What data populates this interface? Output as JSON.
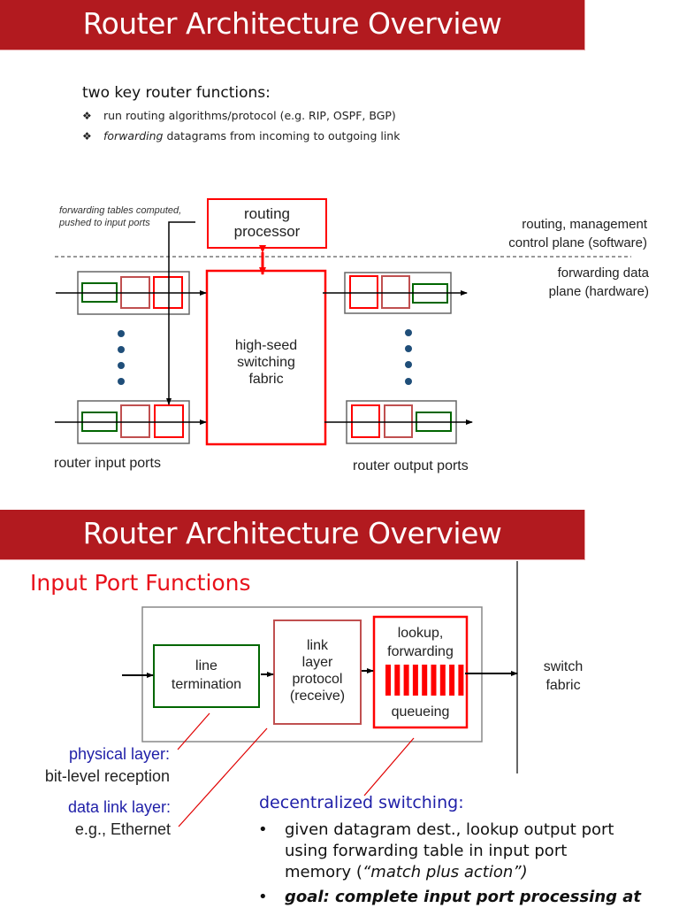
{
  "slide1": {
    "title": "Router Architecture Overview",
    "intro_heading": "two key router functions:",
    "bullets": [
      {
        "icon": "diamond-bullet-icon",
        "glyph": "❖",
        "prefix": "",
        "italic": "",
        "text": "run routing algorithms/protocol (e.g. RIP, OSPF, BGP)"
      },
      {
        "icon": "diamond-bullet-icon",
        "glyph": "❖",
        "prefix": "",
        "italic": "forwarding",
        "text": " datagrams from incoming to outgoing link"
      }
    ],
    "diagram": {
      "annotation_line1": "forwarding tables computed,",
      "annotation_line2": "pushed to input ports",
      "routing_processor_line1": "routing",
      "routing_processor_line2": "processor",
      "control_plane_line1": "routing, management",
      "control_plane_line2": "control plane (software)",
      "data_plane_line1": "forwarding data",
      "data_plane_line2": "plane  (hardware)",
      "fabric_line1": "high-seed",
      "fabric_line2": "switching",
      "fabric_line3": "fabric",
      "input_ports_label": "router input ports",
      "output_ports_label": "router output ports"
    }
  },
  "slide2": {
    "title": "Router Architecture Overview",
    "subtitle": "Input Port Functions",
    "boxes": {
      "line_termination_line1": "line",
      "line_termination_line2": "termination",
      "link_layer_line1": "link",
      "link_layer_line2": "layer",
      "link_layer_line3": "protocol",
      "link_layer_line4": "(receive)",
      "lookup_line1": "lookup,",
      "lookup_line2": "forwarding",
      "queueing": "queueing",
      "queue_slots": 9
    },
    "switch_fabric_line1": "switch",
    "switch_fabric_line2": "fabric",
    "physical_layer_label": "physical layer:",
    "physical_layer_desc": "bit-level reception",
    "data_link_label": "data link layer:",
    "data_link_desc": "e.g., Ethernet",
    "decentralized_heading": "decentralized switching:",
    "decentralized_items": [
      {
        "line1": "given datagram dest., lookup output port",
        "line2": "using forwarding table in input port",
        "line3_plain": "memory (",
        "line3_italic": "“match plus action”)"
      },
      {
        "bold_italic": "goal: complete input port processing at"
      }
    ]
  },
  "colors": {
    "title_bar": "#b21a1f",
    "red": "#ff0000",
    "muted_red": "#c05050",
    "green": "#006600",
    "blue_label": "#1f1fa8",
    "dot": "#1f4e79"
  }
}
